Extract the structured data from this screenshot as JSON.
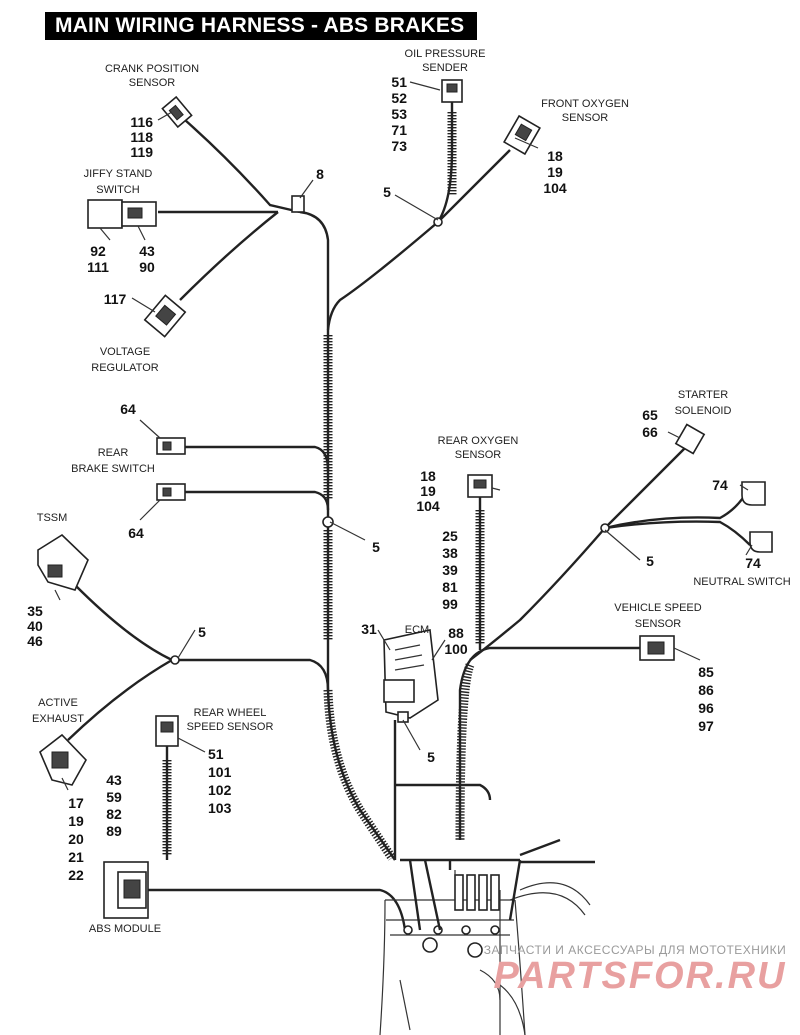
{
  "title": "MAIN WIRING HARNESS - ABS BRAKES",
  "labels": {
    "crank_position_sensor": [
      "CRANK POSITION",
      "SENSOR"
    ],
    "oil_pressure_sender": [
      "OIL PRESSURE",
      "SENDER"
    ],
    "front_oxygen_sensor": [
      "FRONT OXYGEN",
      "SENSOR"
    ],
    "jiffy_stand_switch": [
      "JIFFY STAND",
      "SWITCH"
    ],
    "voltage_regulator": [
      "VOLTAGE",
      "REGULATOR"
    ],
    "rear_brake_switch": [
      "REAR",
      "BRAKE SWITCH"
    ],
    "starter_solenoid": [
      "STARTER",
      "SOLENOID"
    ],
    "rear_oxygen_sensor": [
      "REAR OXYGEN",
      "SENSOR"
    ],
    "tssm": [
      "TSSM"
    ],
    "neutral_switch": [
      "NEUTRAL SWITCH"
    ],
    "vehicle_speed_sensor": [
      "VEHICLE SPEED",
      "SENSOR"
    ],
    "ecm": [
      "ECM"
    ],
    "active_exhaust": [
      "ACTIVE",
      "EXHAUST"
    ],
    "rear_wheel_speed_sensor": [
      "REAR WHEEL",
      "SPEED SENSOR"
    ],
    "abs_module": [
      "ABS MODULE"
    ]
  },
  "callouts": {
    "crank": [
      "116",
      "118",
      "119"
    ],
    "oil": [
      "51",
      "52",
      "53",
      "71",
      "73"
    ],
    "front_oxygen": [
      "18",
      "19",
      "104"
    ],
    "clip_8": [
      "8"
    ],
    "clip_5_front": [
      "5"
    ],
    "jiffy_left": [
      "92",
      "111"
    ],
    "jiffy_right": [
      "43",
      "90"
    ],
    "voltage_reg": [
      "117"
    ],
    "brake_top": [
      "64"
    ],
    "brake_bottom": [
      "64"
    ],
    "starter": [
      "65",
      "66"
    ],
    "neutral_top": [
      "74"
    ],
    "neutral_bottom": [
      "74"
    ],
    "clip_5_right": [
      "5"
    ],
    "rear_oxygen": [
      "18",
      "19",
      "104"
    ],
    "rear_oxygen_misc": [
      "25",
      "38",
      "39",
      "81",
      "99"
    ],
    "clip_5_center": [
      "5"
    ],
    "tssm": [
      "35",
      "40",
      "46"
    ],
    "clip_5_left": [
      "5"
    ],
    "ecm_31": [
      "31"
    ],
    "ecm_right": [
      "88",
      "100"
    ],
    "clip_5_ecm": [
      "5"
    ],
    "vehicle_speed": [
      "85",
      "86",
      "96",
      "97"
    ],
    "rear_wheel": [
      "51",
      "101",
      "102",
      "103"
    ],
    "active_exhaust": [
      "17",
      "19",
      "20",
      "21",
      "22"
    ],
    "abs": [
      "43",
      "59",
      "82",
      "89"
    ]
  },
  "watermark": {
    "line1": "ЗАПЧАСТИ И АКСЕССУАРЫ ДЛЯ МОТОТЕХНИКИ",
    "line2": "PARTSFOR.RU"
  }
}
